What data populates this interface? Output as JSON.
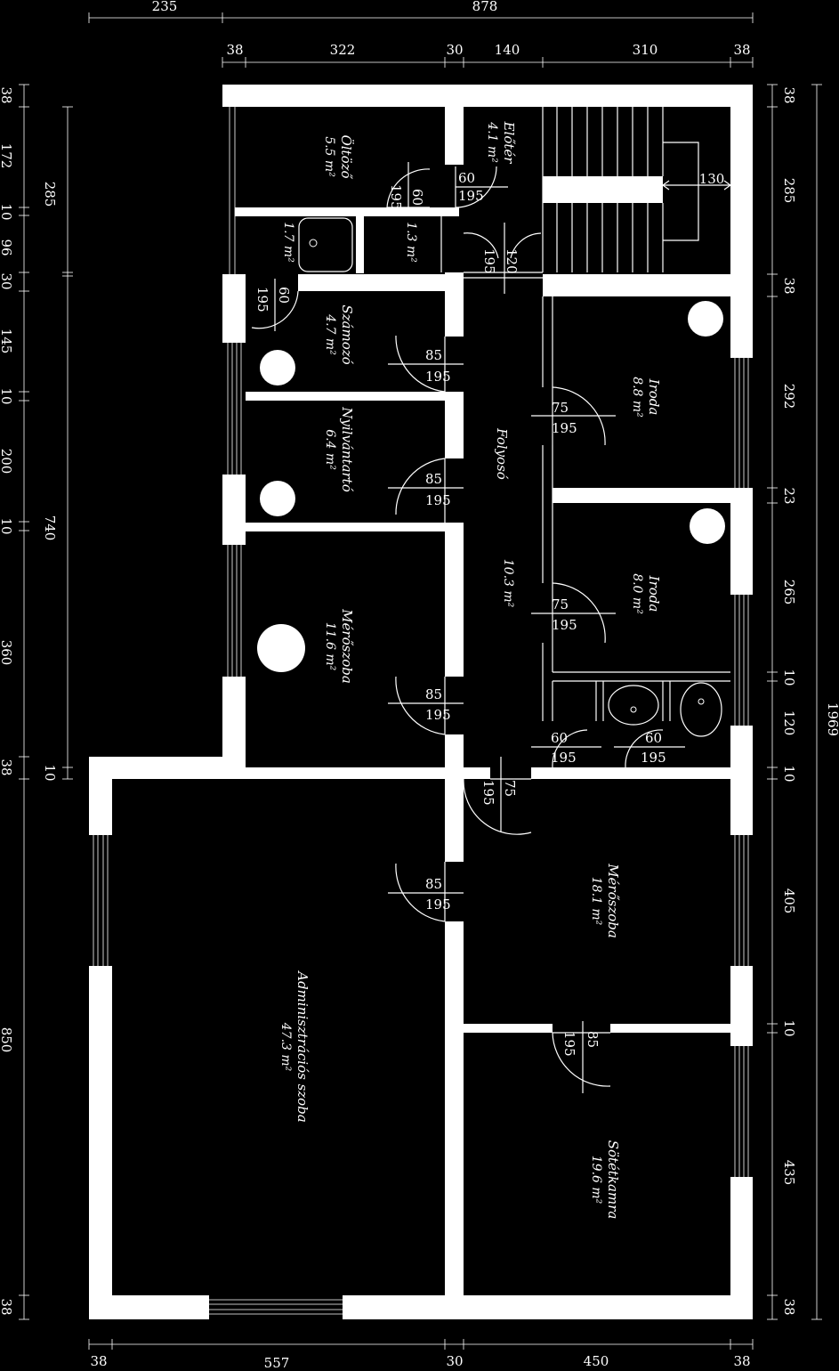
{
  "dims": {
    "top_outer": [
      "235",
      "878"
    ],
    "top_inner": [
      "38",
      "322",
      "30",
      "140",
      "310",
      "38"
    ],
    "bottom": [
      "38",
      "557",
      "30",
      "450",
      "38"
    ],
    "left_outer": [
      "38",
      "172",
      "10",
      "96",
      "30",
      "145",
      "10",
      "200",
      "10",
      "360",
      "38",
      "850",
      "38"
    ],
    "left_inner": [
      "285",
      "740",
      "10"
    ],
    "right_inner": [
      "38",
      "285",
      "38",
      "292",
      "23",
      "265",
      "10",
      "120",
      "10",
      "405",
      "10",
      "435",
      "38"
    ],
    "right_outer": "1969",
    "stair": "130"
  },
  "rooms": [
    {
      "name": "Előtér",
      "area": "4.1 m²"
    },
    {
      "name": "Öltöző",
      "area": "5.5 m²"
    },
    {
      "name": "",
      "area": "1.7 m²"
    },
    {
      "name": "",
      "area": "1.3 m²"
    },
    {
      "name": "Számozó",
      "area": "4.7 m²"
    },
    {
      "name": "Nyilvántartó",
      "area": "6.4 m²"
    },
    {
      "name": "Mérőszoba",
      "area": "11.6 m²"
    },
    {
      "name": "Folyosó",
      "area": "10.3 m²"
    },
    {
      "name": "Iroda",
      "area": "8.8 m²"
    },
    {
      "name": "Iroda",
      "area": "8.0 m²"
    },
    {
      "name": "Mérőszoba",
      "area": "18.1 m²"
    },
    {
      "name": "Adminisztrációs szoba",
      "area": "47.3 m²"
    },
    {
      "name": "Sötétkamra",
      "area": "19.6 m²"
    }
  ],
  "doors": [
    {
      "w": "60",
      "h": "195"
    },
    {
      "w": "60",
      "h": "195"
    },
    {
      "w": "120",
      "h": "195"
    },
    {
      "w": "60",
      "h": "195"
    },
    {
      "w": "85",
      "h": "195"
    },
    {
      "w": "85",
      "h": "195"
    },
    {
      "w": "85",
      "h": "195"
    },
    {
      "w": "75",
      "h": "195"
    },
    {
      "w": "75",
      "h": "195"
    },
    {
      "w": "60",
      "h": "195"
    },
    {
      "w": "60",
      "h": "195"
    },
    {
      "w": "75",
      "h": "195"
    },
    {
      "w": "85",
      "h": "195"
    },
    {
      "w": "85",
      "h": "195"
    }
  ]
}
